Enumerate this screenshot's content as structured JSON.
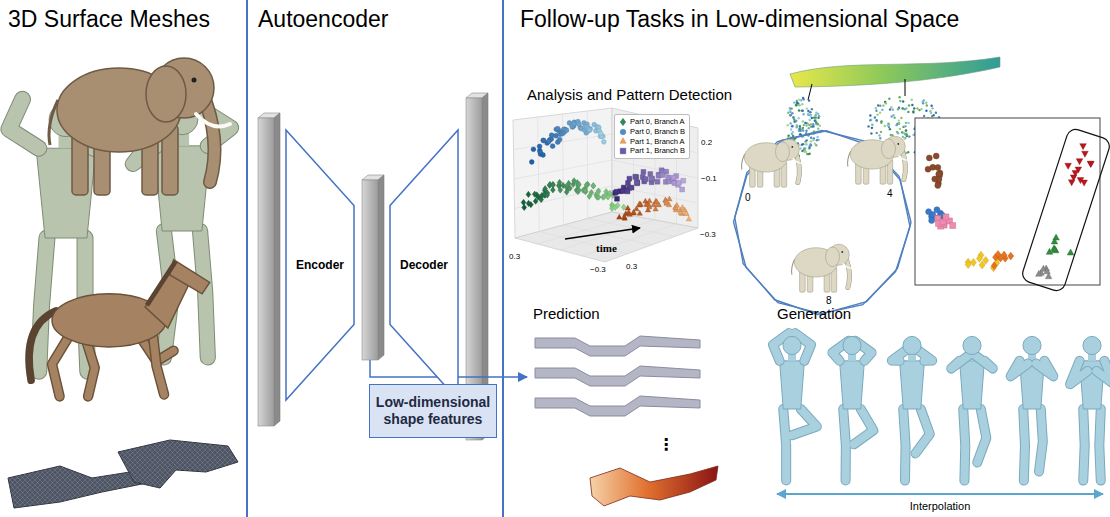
{
  "diagram": {
    "nodes": [
      {
        "text": [
          "Encoder"
        ]
      },
      {
        "text": [
          "Decoder"
        ]
      },
      {
        "text": [
          "Low-dimensional shape features"
        ]
      }
    ],
    "labels": [
      "3D Surface Meshes",
      "Autoencoder",
      "Follow-up Tasks in Low-dimensional Space",
      "Analysis and Pattern Detection",
      "0.2",
      "−0.1",
      "time",
      "−0.3",
      "0.3",
      "−0.3",
      "0.3",
      "0",
      "4",
      "8",
      "Prediction",
      "⋮",
      "Generation",
      "Interpolation"
    ],
    "legend": [
      {
        "text": "Part 0, Branch A"
      },
      {
        "text": "Part 0, Branch B"
      },
      {
        "text": "Part 1, Branch A"
      },
      {
        "text": "Part 1, Branch B"
      }
    ]
  }
}
